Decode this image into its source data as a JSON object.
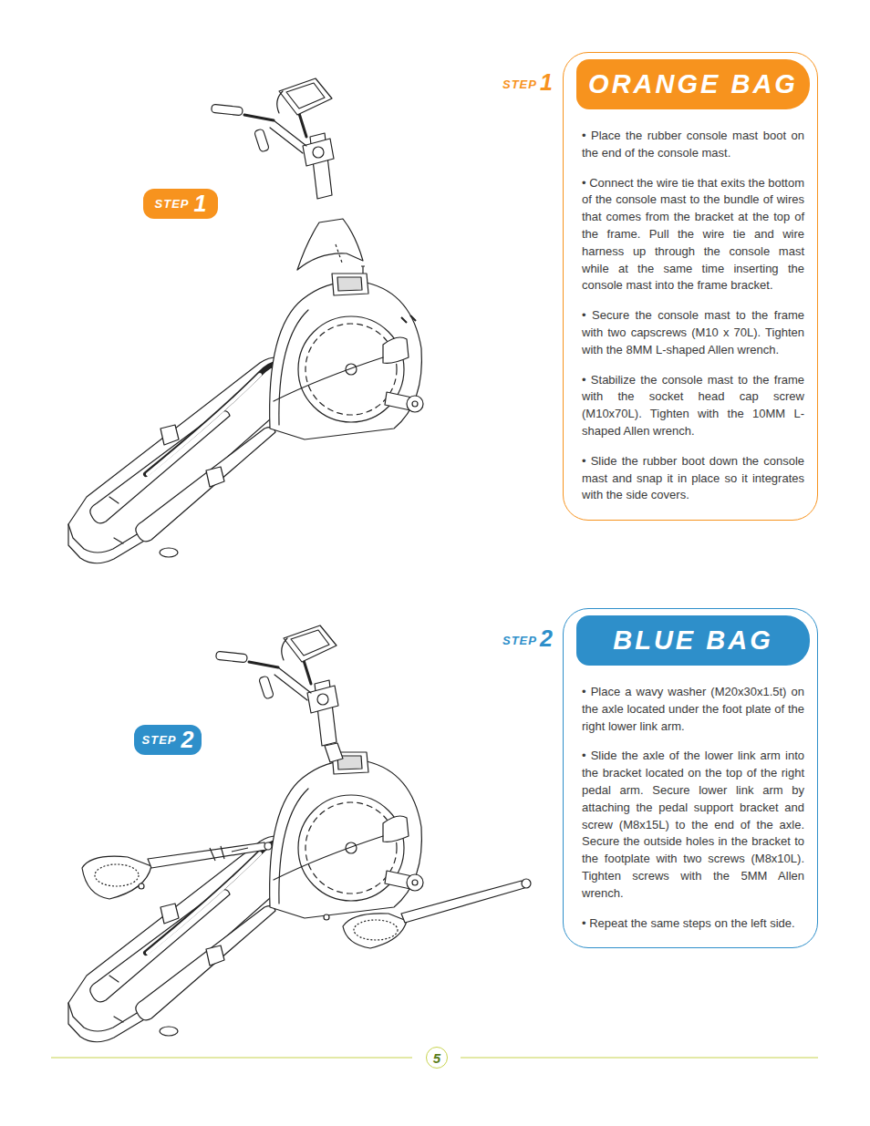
{
  "diagram": {
    "nodes": [
      {
        "text": [
          "• Place the rubber console mast boot on the end of the console mast.",
          "• Connect the wire tie that exits the bottom of the console mast to the bundle of wires that comes from the bracket at the top of the frame. Pull the wire tie and wire harness up through the console mast while at the same time inserting the console mast into the frame bracket.",
          "• Secure the console mast to the frame with two capscrews (M10 x 70L). Tighten with the 8MM L-shaped Allen wrench.",
          "• Stabilize the console mast to the frame with the socket head cap screw (M10x70L). Tighten with the 10MM L-shaped Allen wrench.",
          "• Slide the rubber boot down the console mast and snap it in place so it integrates with the side covers."
        ]
      },
      {
        "text": [
          "ORANGE BAG"
        ],
        "in": 0
      },
      {
        "text": [
          "STEP",
          "1"
        ]
      },
      {
        "text": [
          "• Place a wavy washer (M20x30x1.5t) on the axle located under the foot plate of the right lower link arm.",
          "• Slide the axle of the lower link arm into the bracket located on the top of the right pedal arm. Secure lower link arm by attaching the pedal support bracket and screw (M8x15L) to the end of the axle. Secure the outside holes in the bracket to the footplate with two screws (M8x10L). Tighten screws with the 5MM Allen wrench.",
          "• Repeat the same steps on the left side."
        ]
      },
      {
        "text": [
          "BLUE BAG"
        ],
        "in": 3
      },
      {
        "text": [
          "STEP",
          "2"
        ]
      },
      {
        "text": [
          "5"
        ]
      }
    ],
    "labels": [
      "STEP",
      "1",
      "STEP",
      "2"
    ]
  }
}
